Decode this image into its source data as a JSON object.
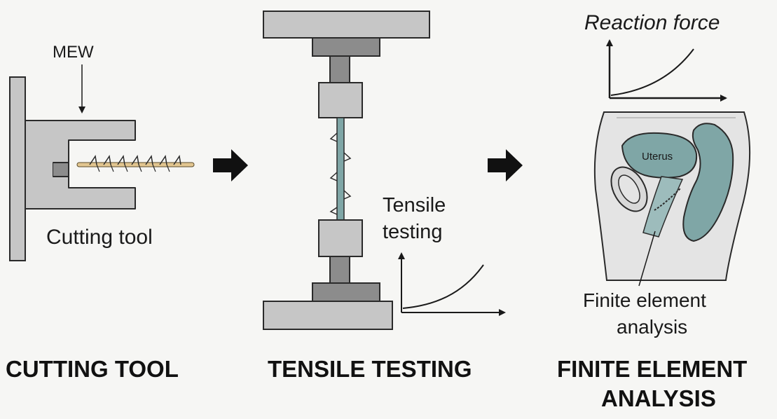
{
  "cutting_tool": {
    "mew_label": "MEW",
    "tool_label": "Cutting tool",
    "caption": "CUTTING TOOL"
  },
  "tensile_testing": {
    "graph_label_line1": "Tensile",
    "graph_label_line2": "testing",
    "caption": "TENSILE TESTING"
  },
  "finite_element": {
    "reaction_label": "Reaction force",
    "uterus_label": "Uterus",
    "fea_label_line1": "Finite element",
    "fea_label_line2": "analysis",
    "caption_line1": "FINITE ELEMENT",
    "caption_line2": "ANALYSIS"
  },
  "colors": {
    "metal_fill": "#c6c6c6",
    "metal_dark": "#8c8c8c",
    "outline": "#2a2a2a",
    "fibre": "#e2c690",
    "tissue": "#7fa6a6",
    "tissue_light": "#9dbcbc",
    "body_fill": "#e4e4e4"
  }
}
